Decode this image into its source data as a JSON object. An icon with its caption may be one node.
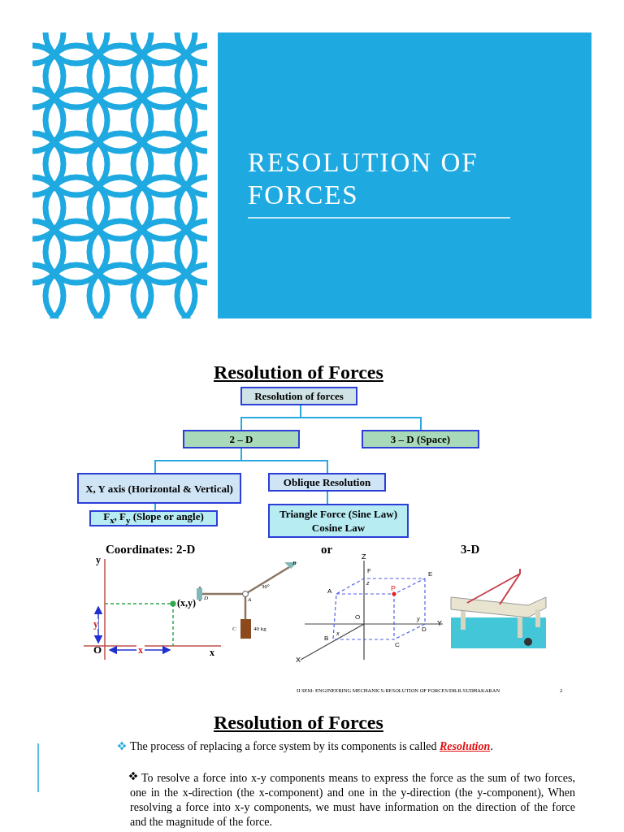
{
  "diagram": {
    "nodes": [
      {
        "text": [
          "Resolution of forces"
        ]
      },
      {
        "text": [
          "2 – D"
        ]
      },
      {
        "text": [
          "3 – D (Space)"
        ]
      },
      {
        "text": [
          "X, Y axis (Horizontal & Vertical)"
        ]
      },
      {
        "text": [
          "F$_{x}$, F$_{y}$ (Slope or angle)"
        ]
      },
      {
        "text": [
          "Oblique Resolution"
        ]
      },
      {
        "text": [
          "Triangle Force (Sine Law) Cosine Law"
        ]
      }
    ],
    "edges": [
      {
        "from": 0,
        "to": 1,
        "arrow": "none"
      },
      {
        "from": 0,
        "to": 2,
        "arrow": "none"
      },
      {
        "from": 1,
        "to": 3,
        "arrow": "none"
      },
      {
        "from": 1,
        "to": 5,
        "arrow": "none"
      },
      {
        "from": 3,
        "to": 4,
        "arrow": "none"
      },
      {
        "from": 5,
        "to": 6,
        "arrow": "none"
      }
    ],
    "labels": [
      "RESOLUTION OF FORCES",
      "Resolution of Forces",
      "Coordinates: 2-D",
      "or",
      "3-D",
      "y",
      "(x,y)",
      "y",
      "O",
      "x",
      "x",
      "D",
      "A",
      "B",
      "30°",
      "C",
      "40 kg",
      "Z",
      "F",
      "z",
      "A",
      "P",
      "E",
      "O",
      "y",
      "D",
      "Y",
      "B",
      "x",
      "C",
      "X",
      "II SEM- ENGINEERING MECHANICS-RESOLUTION OF FORCES/DR.R.SUDHAKARAN",
      "2",
      "Resolution of Forces",
      "The process of replacing a force system by its components is called *Resolution*.",
      "To resolve a force into x-y components means to express the force as the sum of two forces, one in the x-direction (the x-component) and one in the y-direction (the y-component), When resolving a force into x-y components, we must have information on the direction of the force and the magnitude of the force."
    ]
  }
}
